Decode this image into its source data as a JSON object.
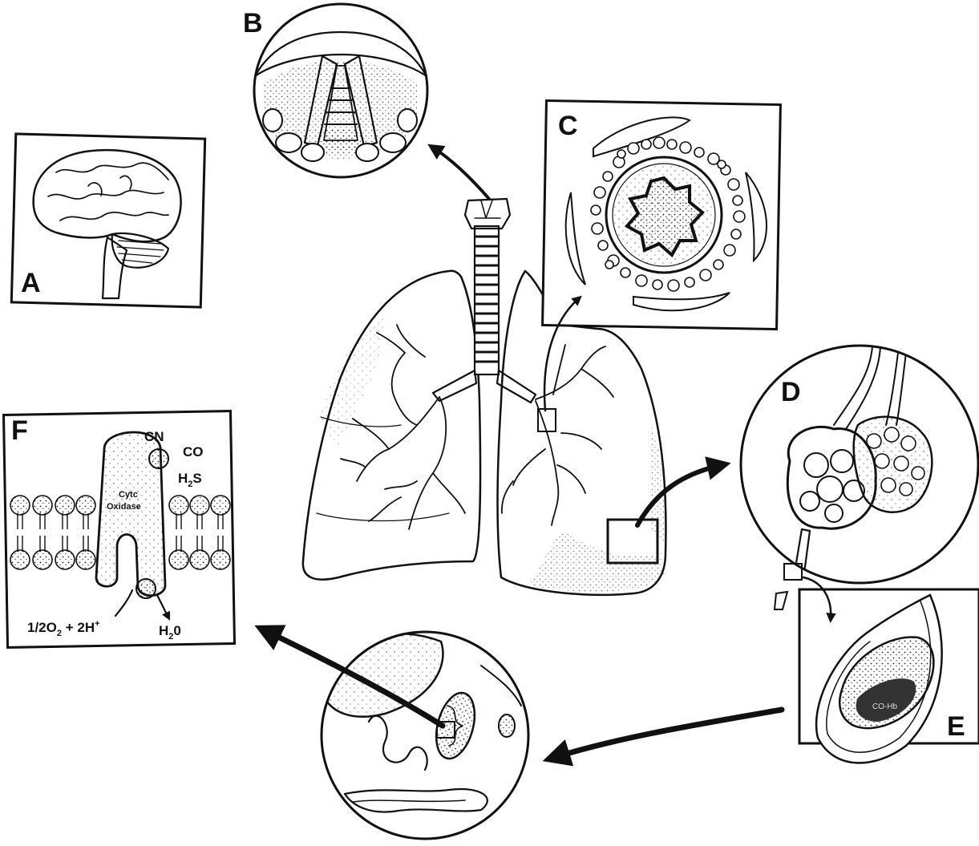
{
  "panels": {
    "a": {
      "label": "A"
    },
    "b": {
      "label": "B"
    },
    "c": {
      "label": "C"
    },
    "d": {
      "label": "D"
    },
    "e": {
      "label": "E",
      "hb_label": "CO-Hb"
    },
    "f": {
      "label": "F",
      "enzyme_line1": "Cytc",
      "enzyme_line2": "Oxidase",
      "inhibitor_cn": "CN",
      "inhibitor_co": "CO",
      "inhibitor_h2s_main": "H",
      "inhibitor_h2s_sub": "2",
      "inhibitor_h2s_tail": "S",
      "reactant_main": "1/2O",
      "reactant_sub": "2",
      "reactant_mid": " + 2H",
      "reactant_sup": "+",
      "product_main": "H",
      "product_sub": "2",
      "product_tail": "0"
    }
  }
}
